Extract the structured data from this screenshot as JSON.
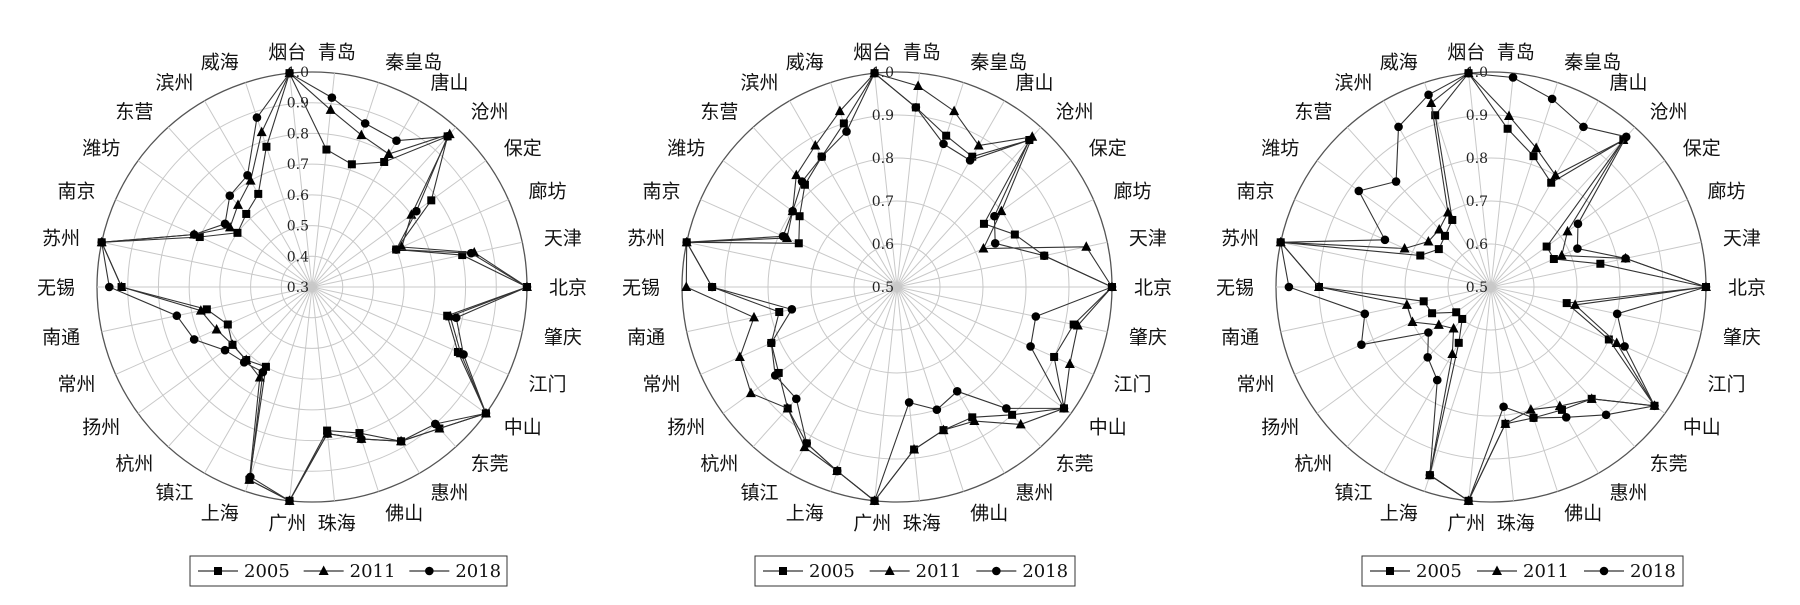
{
  "chart_data": [
    {
      "type": "radar",
      "categories": [
        "北京",
        "天津",
        "廊坊",
        "保定",
        "沧州",
        "唐山",
        "秦皇岛",
        "青岛",
        "烟台",
        "威海",
        "滨州",
        "东营",
        "潍坊",
        "南京",
        "苏州",
        "无锡",
        "南通",
        "常州",
        "扬州",
        "杭州",
        "镇江",
        "上海",
        "广州",
        "珠海",
        "佛山",
        "惠州",
        "东莞",
        "中山",
        "江门",
        "肇庆"
      ],
      "radial_ticks": [
        0.3,
        0.4,
        0.5,
        0.6,
        0.7,
        0.8,
        0.9,
        1.0
      ],
      "radial_tick_labels": [
        "0.3",
        "0.4",
        "0.5",
        "0.6",
        "0.7",
        "0.8",
        "0.9",
        "1.0"
      ],
      "rlim": [
        0.3,
        1.0
      ],
      "legend": [
        "2005",
        "2011",
        "2018"
      ],
      "series": [
        {
          "name": "2005",
          "marker": "square",
          "values": [
            1.0,
            0.8,
            0.6,
            0.78,
            0.96,
            0.77,
            0.72,
            0.75,
            1.0,
            0.78,
            0.65,
            0.62,
            0.6,
            0.7,
            1.0,
            0.92,
            0.65,
            0.6,
            0.62,
            0.62,
            0.6,
            0.96,
            1.0,
            0.77,
            0.8,
            0.88,
            0.92,
            1.0,
            0.82,
            0.75
          ]
        },
        {
          "name": "2011",
          "marker": "triangle",
          "values": [
            1.0,
            0.84,
            0.62,
            0.7,
            0.97,
            0.8,
            0.82,
            0.88,
            1.0,
            0.83,
            0.7,
            0.66,
            0.63,
            0.72,
            1.0,
            0.92,
            0.67,
            0.64,
            0.62,
            0.62,
            0.64,
            0.96,
            1.0,
            0.78,
            0.82,
            0.88,
            0.92,
            1.0,
            0.83,
            0.76
          ]
        },
        {
          "name": "2018",
          "marker": "circle",
          "values": [
            1.0,
            0.83,
            0.6,
            0.72,
            0.96,
            0.85,
            0.86,
            0.92,
            1.0,
            0.88,
            0.72,
            0.7,
            0.65,
            0.72,
            1.0,
            0.96,
            0.75,
            0.72,
            0.65,
            0.63,
            0.62,
            0.95,
            1.0,
            0.78,
            0.82,
            0.88,
            0.9,
            1.0,
            0.84,
            0.78
          ]
        }
      ]
    },
    {
      "type": "radar",
      "categories": [
        "北京",
        "天津",
        "廊坊",
        "保定",
        "沧州",
        "唐山",
        "秦皇岛",
        "青岛",
        "烟台",
        "威海",
        "滨州",
        "东营",
        "潍坊",
        "南京",
        "苏州",
        "无锡",
        "南通",
        "常州",
        "扬州",
        "杭州",
        "镇江",
        "上海",
        "广州",
        "珠海",
        "佛山",
        "惠州",
        "东莞",
        "中山",
        "江门",
        "肇庆"
      ],
      "radial_ticks": [
        0.5,
        0.6,
        0.7,
        0.8,
        0.9,
        1.0
      ],
      "radial_tick_labels": [
        "0.5",
        "0.6",
        "0.7",
        "0.8",
        "0.9",
        "1.0"
      ],
      "rlim": [
        0.5,
        1.0
      ],
      "legend": [
        "2005",
        "2011",
        "2018"
      ],
      "series": [
        {
          "name": "2005",
          "marker": "square",
          "values": [
            1.0,
            0.85,
            0.8,
            0.75,
            0.96,
            0.85,
            0.87,
            0.92,
            1.0,
            0.9,
            0.85,
            0.82,
            0.78,
            0.75,
            1.0,
            0.93,
            0.78,
            0.82,
            0.84,
            0.88,
            0.92,
            0.95,
            1.0,
            0.88,
            0.85,
            0.85,
            0.9,
            0.98,
            0.9,
            0.92
          ]
        },
        {
          "name": "2011",
          "marker": "triangle",
          "values": [
            1.0,
            0.95,
            0.72,
            0.8,
            0.97,
            0.88,
            0.93,
            0.97,
            1.0,
            0.93,
            0.88,
            0.85,
            0.8,
            0.78,
            1.0,
            0.99,
            0.84,
            0.9,
            0.92,
            0.88,
            0.93,
            0.95,
            1.0,
            0.88,
            0.85,
            0.86,
            0.93,
            0.98,
            0.94,
            0.93
          ]
        },
        {
          "name": "2018",
          "marker": "circle",
          "values": [
            1.0,
            0.85,
            0.75,
            0.78,
            0.96,
            0.84,
            0.85,
            0.92,
            1.0,
            0.88,
            0.85,
            0.83,
            0.8,
            0.79,
            1.0,
            0.93,
            0.75,
            0.82,
            0.85,
            0.85,
            0.92,
            0.95,
            1.0,
            0.77,
            0.8,
            0.78,
            0.88,
            0.98,
            0.84,
            0.83
          ]
        }
      ]
    },
    {
      "type": "radar",
      "categories": [
        "北京",
        "天津",
        "廊坊",
        "保定",
        "沧州",
        "唐山",
        "秦皇岛",
        "青岛",
        "烟台",
        "威海",
        "滨州",
        "东营",
        "潍坊",
        "南京",
        "苏州",
        "无锡",
        "南通",
        "常州",
        "扬州",
        "杭州",
        "镇江",
        "上海",
        "广州",
        "珠海",
        "佛山",
        "惠州",
        "东莞",
        "中山",
        "江门",
        "肇庆"
      ],
      "radial_ticks": [
        0.5,
        0.6,
        0.7,
        0.8,
        0.9,
        1.0
      ],
      "radial_tick_labels": [
        "0.5",
        "0.6",
        "0.7",
        "0.8",
        "0.9",
        "1.0"
      ],
      "rlim": [
        0.5,
        1.0
      ],
      "legend": [
        "2005",
        "2011",
        "2018"
      ],
      "series": [
        {
          "name": "2005",
          "marker": "square",
          "values": [
            1.0,
            0.76,
            0.66,
            0.66,
            0.96,
            0.78,
            0.82,
            0.87,
            1.0,
            0.92,
            0.68,
            0.66,
            0.65,
            0.68,
            1.0,
            0.9,
            0.66,
            0.65,
            0.6,
            0.6,
            0.65,
            0.96,
            1.0,
            0.82,
            0.82,
            0.83,
            0.85,
            0.97,
            0.8,
            0.68
          ]
        },
        {
          "name": "2011",
          "marker": "triangle",
          "values": [
            1.0,
            0.82,
            0.68,
            0.72,
            0.96,
            0.8,
            0.84,
            0.9,
            1.0,
            0.95,
            0.7,
            0.68,
            0.68,
            0.72,
            1.0,
            0.9,
            0.7,
            0.7,
            0.65,
            0.63,
            0.68,
            0.96,
            1.0,
            0.82,
            0.8,
            0.82,
            0.85,
            0.97,
            0.82,
            0.7
          ]
        },
        {
          "name": "2018",
          "marker": "circle",
          "values": [
            1.0,
            0.82,
            0.72,
            0.75,
            0.97,
            0.93,
            0.96,
            0.99,
            1.0,
            0.97,
            0.93,
            0.83,
            0.88,
            0.77,
            1.0,
            0.97,
            0.8,
            0.83,
            0.68,
            0.72,
            0.75,
            0.96,
            1.0,
            0.78,
            0.82,
            0.85,
            0.9,
            0.97,
            0.84,
            0.8
          ]
        }
      ]
    }
  ]
}
